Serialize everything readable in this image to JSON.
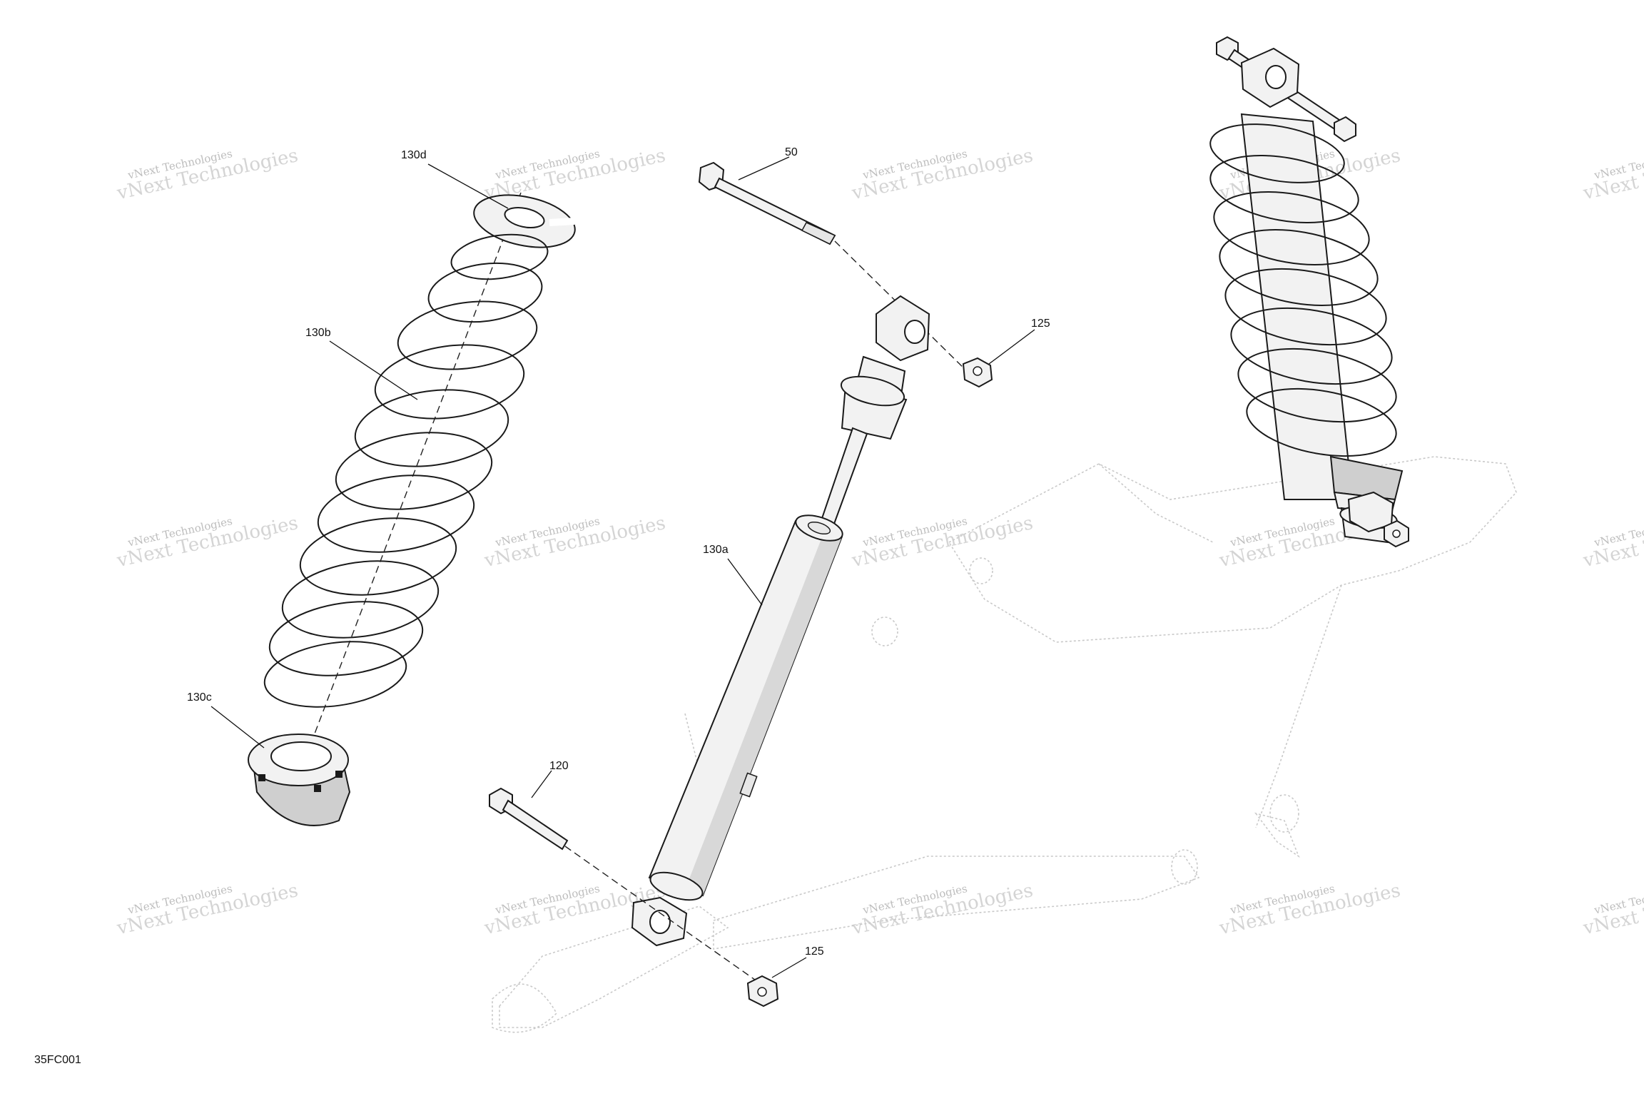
{
  "callouts": {
    "c130d": "130d",
    "c130b": "130b",
    "c130c": "130c",
    "c50": "50",
    "c125_top": "125",
    "c130a": "130a",
    "c120": "120",
    "c125_bottom": "125"
  },
  "figure_code": "35FC001",
  "watermark": {
    "line1": "vNext Technologies",
    "line2": "vNext Technologies"
  },
  "colors": {
    "ink": "#111111",
    "watermark": "#bdbdbd",
    "part_fill": "#f2f2f2",
    "ghost": "#c9c9c9"
  }
}
